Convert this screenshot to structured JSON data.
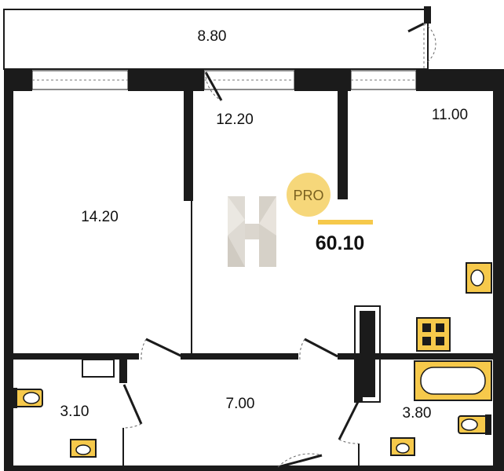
{
  "plan": {
    "total_area": "60.10",
    "badge": "PRO",
    "rooms": [
      {
        "id": "balcony",
        "area": "8.80"
      },
      {
        "id": "kitchen-living",
        "area": "12.20"
      },
      {
        "id": "bedroom-right",
        "area": "11.00"
      },
      {
        "id": "bedroom-left",
        "area": "14.20"
      },
      {
        "id": "toilet",
        "area": "3.10"
      },
      {
        "id": "hall",
        "area": "7.00"
      },
      {
        "id": "bathroom",
        "area": "3.80"
      }
    ]
  },
  "colors": {
    "wall": "#1b1b1b",
    "accent": "#f6c94b",
    "logo": "#d9d4cc"
  },
  "icons": [
    "door-swing-icon",
    "window-icon",
    "toilet-icon",
    "sink-icon",
    "bathtub-icon",
    "stove-icon",
    "brand-logo-icon"
  ]
}
